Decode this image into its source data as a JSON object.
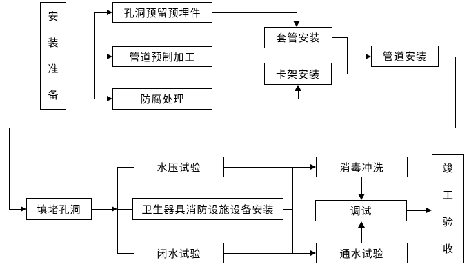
{
  "diagram": {
    "type": "flowchart",
    "language": "zh-CN",
    "colors": {
      "line": "#000000",
      "background": "#ffffff",
      "box_fill": "#ffffff",
      "text": "#000000"
    },
    "nodes": {
      "prep": {
        "label": "安装准备",
        "orientation": "vertical"
      },
      "hole": {
        "label": "孔洞预留预埋件",
        "orientation": "horizontal"
      },
      "prefab": {
        "label": "管道预制加工",
        "orientation": "horizontal"
      },
      "anticorr": {
        "label": "防腐处理",
        "orientation": "horizontal"
      },
      "sleeve": {
        "label": "套管安装",
        "orientation": "horizontal"
      },
      "bracket": {
        "label": "卡架安装",
        "orientation": "horizontal"
      },
      "pipeinstall": {
        "label": "管道安装",
        "orientation": "horizontal"
      },
      "fill": {
        "label": "填堵孔洞",
        "orientation": "horizontal"
      },
      "hydro": {
        "label": "水压试验",
        "orientation": "horizontal"
      },
      "sanitary": {
        "label": "卫生器具消防设施设备安装",
        "orientation": "horizontal"
      },
      "closed": {
        "label": "闭水试验",
        "orientation": "horizontal"
      },
      "disinfect": {
        "label": "消毒冲洗",
        "orientation": "horizontal"
      },
      "debug": {
        "label": "调试",
        "orientation": "horizontal"
      },
      "flowtest": {
        "label": "通水试验",
        "orientation": "horizontal"
      },
      "accept": {
        "label": "竣工验收",
        "orientation": "vertical"
      }
    },
    "edges": [
      {
        "from": "prep",
        "to": "hole",
        "arrow": true
      },
      {
        "from": "prep",
        "to": "prefab",
        "arrow": true
      },
      {
        "from": "prep",
        "to": "anticorr",
        "arrow": true
      },
      {
        "from": "hole",
        "to": "sleeve",
        "arrow": true
      },
      {
        "from": "prefab",
        "to": "pipeinstall",
        "arrow": true
      },
      {
        "from": "anticorr",
        "to": "bracket",
        "arrow": true
      },
      {
        "from": "sleeve",
        "to": "pipeinstall",
        "arrow": false
      },
      {
        "from": "bracket",
        "to": "pipeinstall",
        "arrow": false
      },
      {
        "from": "pipeinstall",
        "to": "fill",
        "arrow": true
      },
      {
        "from": "fill",
        "to": "hydro",
        "arrow": true
      },
      {
        "from": "fill",
        "to": "sanitary",
        "arrow": true
      },
      {
        "from": "fill",
        "to": "closed",
        "arrow": true
      },
      {
        "from": "hydro",
        "to": "disinfect",
        "arrow": true
      },
      {
        "from": "sanitary",
        "to": "disinfect",
        "arrow": false
      },
      {
        "from": "sanitary",
        "to": "flowtest",
        "arrow": false
      },
      {
        "from": "closed",
        "to": "flowtest",
        "arrow": true
      },
      {
        "from": "disinfect",
        "to": "debug",
        "arrow": true
      },
      {
        "from": "flowtest",
        "to": "debug",
        "arrow": true
      },
      {
        "from": "debug",
        "to": "accept",
        "arrow": true
      }
    ]
  }
}
